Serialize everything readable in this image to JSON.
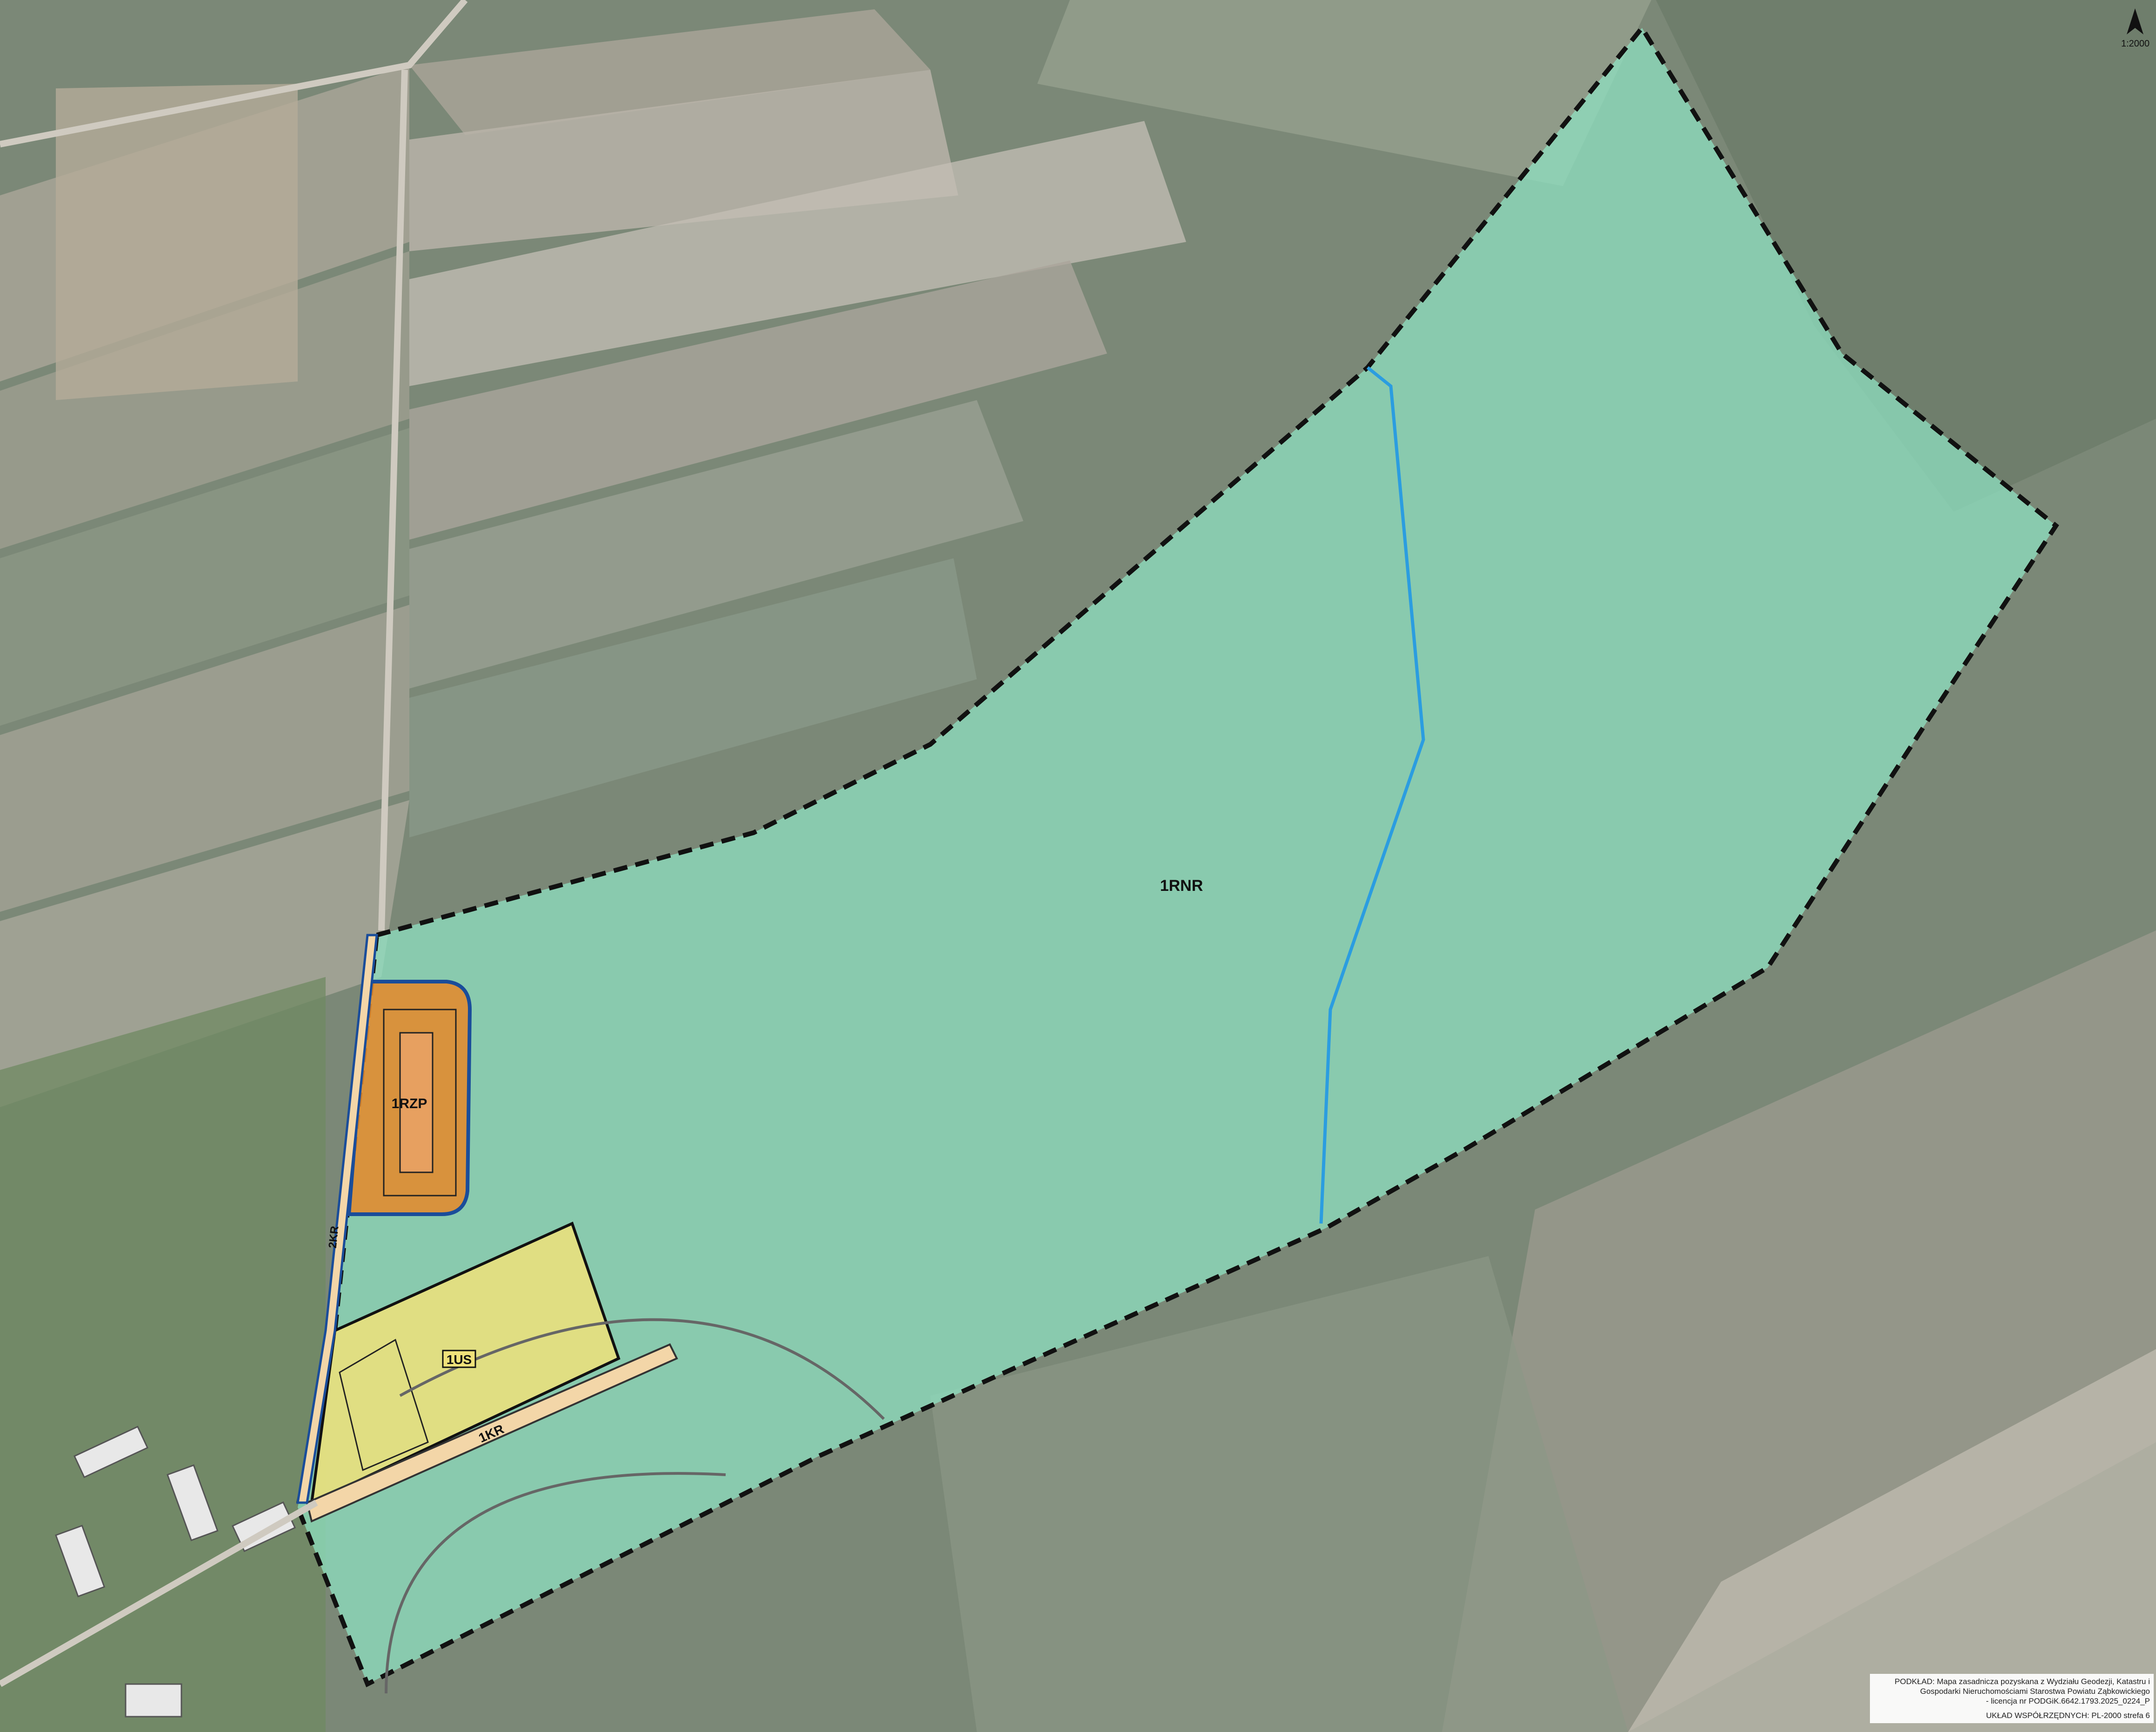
{
  "map": {
    "scale": "1:2000",
    "north_label": "N",
    "zones": {
      "main_agri": "1RNR",
      "green": "1RZP",
      "service": "1US",
      "road_1": "1KR",
      "road_2": "2KR"
    },
    "colors": {
      "agri_zone": "#8fe3c4",
      "green_zone": "#e38a2e",
      "service_zone": "#f0e27a",
      "road_zone": "#f3d6a8",
      "boundary": "#111111",
      "water": "#2b9de0"
    },
    "attribution": {
      "line1": "PODKŁAD: Mapa zasadnicza pozyskana z Wydziału Geodezji, Katastru i",
      "line2": "Gospodarki Nieruchomościami Starostwa Powiatu Ząbkowickiego",
      "line3": "- licencja nr PODGiK.6642.1793.2025_0224_P",
      "line4": "UKŁAD WSPÓŁRZĘDNYCH: PL-2000 strefa 6"
    }
  }
}
